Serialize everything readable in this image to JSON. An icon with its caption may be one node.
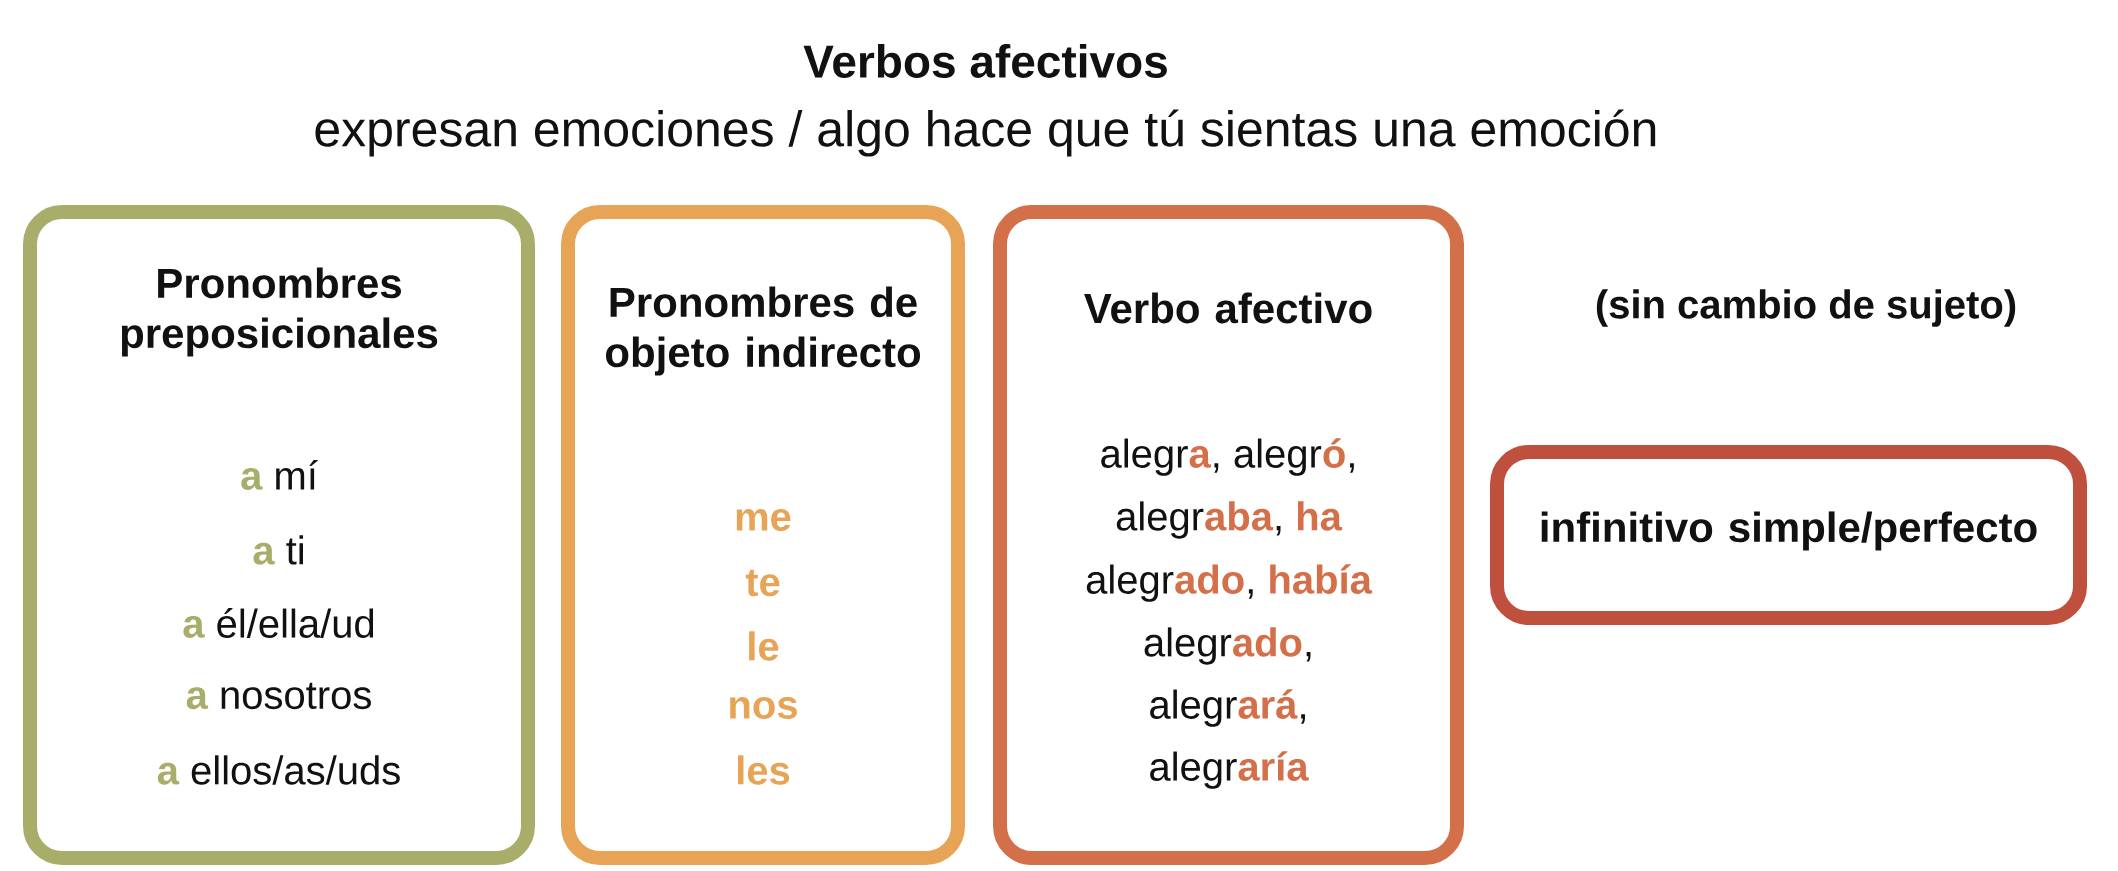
{
  "diagram": {
    "title": "Verbos afectivos",
    "nodes": [
      {
        "text": [
          "Pronombres preposicionales",
          "**a** mí",
          "**a** ti",
          "**a** él/ella/ud",
          "**a** nosotros",
          "**a** ellos/as/uds"
        ]
      },
      {
        "text": [
          "Pronombres de objeto indirecto",
          "me",
          "te",
          "le",
          "nos",
          "les"
        ]
      },
      {
        "text": [
          "Verbo afectivo",
          "alegr**a**, alegr**ó**,",
          "alegr**aba**, **ha**",
          "alegr**ado**, **había**",
          "alegr**ado**,",
          "alegr**ará**,",
          "alegr**aría**"
        ]
      },
      {
        "text": [
          "infinitivo simple/perfecto"
        ]
      }
    ],
    "labels": [
      "expresan emociones / algo hace que tú sientas una emoción",
      "(sin cambio de sujeto)"
    ]
  }
}
